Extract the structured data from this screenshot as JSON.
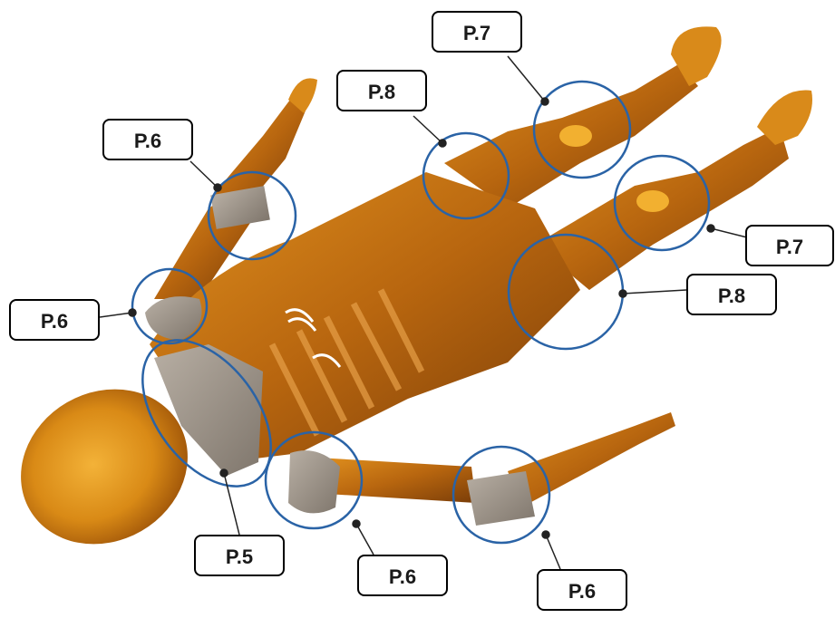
{
  "colors": {
    "highlight_circle": "#2a63a6",
    "leader_line": "#222222",
    "skin": "#b8660f",
    "joint": "#8f8478",
    "label_border": "#000000"
  },
  "callouts": [
    {
      "label": "P.6",
      "region": "right-elbow"
    },
    {
      "label": "P.6",
      "region": "right-shoulder"
    },
    {
      "label": "P.5",
      "region": "neck"
    },
    {
      "label": "P.6",
      "region": "left-shoulder"
    },
    {
      "label": "P.6",
      "region": "left-elbow"
    },
    {
      "label": "P.7",
      "region": "right-knee"
    },
    {
      "label": "P.8",
      "region": "right-hip"
    },
    {
      "label": "P.7",
      "region": "left-knee"
    },
    {
      "label": "P.8",
      "region": "left-hip"
    }
  ]
}
